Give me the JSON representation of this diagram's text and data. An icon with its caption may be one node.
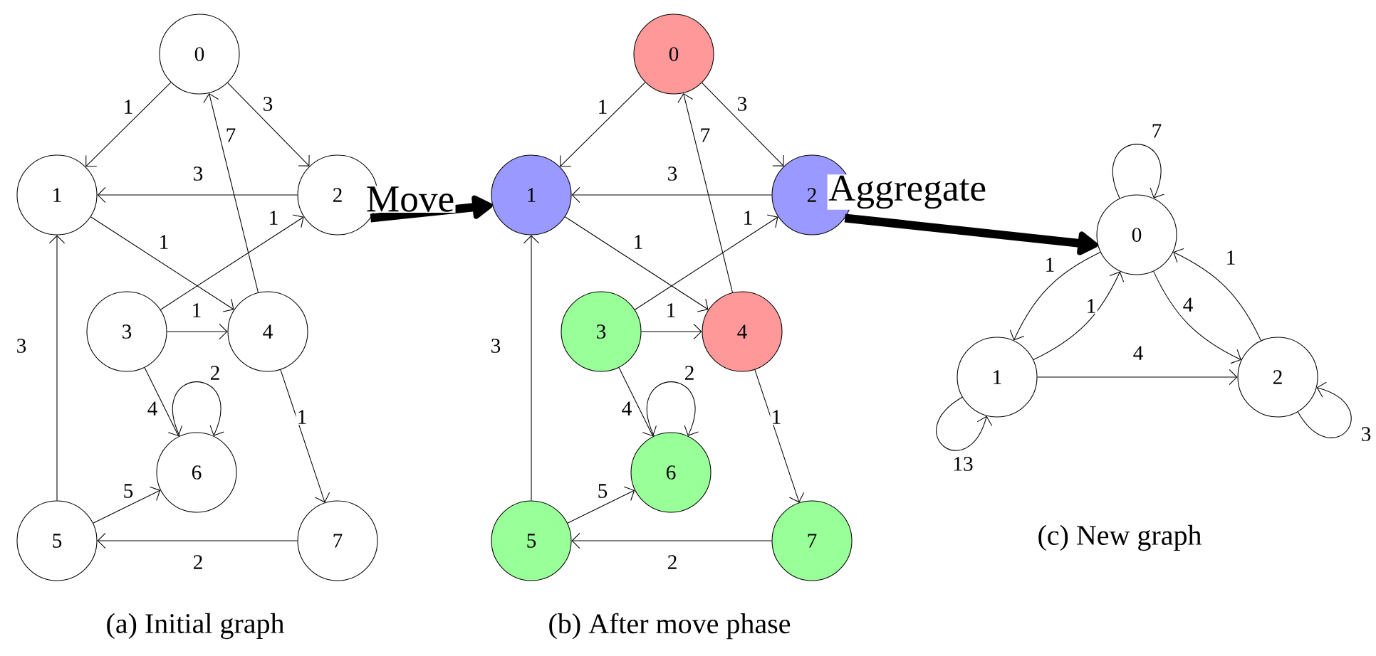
{
  "diagram": {
    "nodes": [
      {
        "text": [
          "0"
        ]
      },
      {
        "text": [
          "1"
        ]
      },
      {
        "text": [
          "2"
        ]
      },
      {
        "text": [
          "3"
        ]
      },
      {
        "text": [
          "4"
        ]
      },
      {
        "text": [
          "5"
        ]
      },
      {
        "text": [
          "6"
        ]
      },
      {
        "text": [
          "7"
        ]
      },
      {
        "text": [
          "0"
        ]
      },
      {
        "text": [
          "1"
        ]
      },
      {
        "text": [
          "2"
        ]
      },
      {
        "text": [
          "3"
        ]
      },
      {
        "text": [
          "4"
        ]
      },
      {
        "text": [
          "5"
        ]
      },
      {
        "text": [
          "6"
        ]
      },
      {
        "text": [
          "7"
        ]
      },
      {
        "text": [
          "0"
        ]
      },
      {
        "text": [
          "1"
        ]
      },
      {
        "text": [
          "2"
        ]
      }
    ],
    "edges": [
      {
        "from": 0,
        "to": 1,
        "arrow": "to",
        "label": "1"
      },
      {
        "from": 0,
        "to": 2,
        "arrow": "to",
        "label": "3"
      },
      {
        "from": 2,
        "to": 1,
        "arrow": "to",
        "label": "3"
      },
      {
        "from": 1,
        "to": 4,
        "arrow": "to",
        "label": "1"
      },
      {
        "from": 3,
        "to": 2,
        "arrow": "to",
        "label": "1"
      },
      {
        "from": 3,
        "to": 4,
        "arrow": "to",
        "label": "1"
      },
      {
        "from": 4,
        "to": 0,
        "arrow": "to",
        "label": "7"
      },
      {
        "from": 3,
        "to": 6,
        "arrow": "to",
        "label": "4"
      },
      {
        "from": 6,
        "to": 6,
        "arrow": "to",
        "label": "2"
      },
      {
        "from": 4,
        "to": 7,
        "arrow": "to",
        "label": "1"
      },
      {
        "from": 5,
        "to": 1,
        "arrow": "to",
        "label": "3"
      },
      {
        "from": 5,
        "to": 6,
        "arrow": "to",
        "label": "5"
      },
      {
        "from": 7,
        "to": 5,
        "arrow": "to",
        "label": "2"
      },
      {
        "from": 8,
        "to": 9,
        "arrow": "to",
        "label": "1"
      },
      {
        "from": 8,
        "to": 10,
        "arrow": "to",
        "label": "3"
      },
      {
        "from": 10,
        "to": 9,
        "arrow": "to",
        "label": "3"
      },
      {
        "from": 9,
        "to": 12,
        "arrow": "to",
        "label": "1"
      },
      {
        "from": 11,
        "to": 10,
        "arrow": "to",
        "label": "1"
      },
      {
        "from": 11,
        "to": 12,
        "arrow": "to",
        "label": "1"
      },
      {
        "from": 12,
        "to": 8,
        "arrow": "to",
        "label": "7"
      },
      {
        "from": 11,
        "to": 14,
        "arrow": "to",
        "label": "4"
      },
      {
        "from": 14,
        "to": 14,
        "arrow": "to",
        "label": "2"
      },
      {
        "from": 12,
        "to": 15,
        "arrow": "to",
        "label": "1"
      },
      {
        "from": 13,
        "to": 9,
        "arrow": "to",
        "label": "3"
      },
      {
        "from": 13,
        "to": 14,
        "arrow": "to",
        "label": "5"
      },
      {
        "from": 15,
        "to": 13,
        "arrow": "to",
        "label": "2"
      },
      {
        "from": 16,
        "to": 16,
        "arrow": "to",
        "label": "7"
      },
      {
        "from": 16,
        "to": 17,
        "arrow": "to",
        "label": "1"
      },
      {
        "from": 17,
        "to": 16,
        "arrow": "to",
        "label": "1"
      },
      {
        "from": 16,
        "to": 18,
        "arrow": "to",
        "label": "4"
      },
      {
        "from": 18,
        "to": 16,
        "arrow": "to",
        "label": "1"
      },
      {
        "from": 17,
        "to": 18,
        "arrow": "to",
        "label": "4"
      },
      {
        "from": 17,
        "to": 17,
        "arrow": "to",
        "label": "13"
      },
      {
        "from": 18,
        "to": 18,
        "arrow": "to",
        "label": "3"
      },
      {
        "from": 2,
        "to": 9,
        "arrow": "to",
        "label": "Move",
        "style": "thick"
      },
      {
        "from": 10,
        "to": 16,
        "arrow": "to",
        "label": "Aggregate",
        "style": "thick"
      }
    ],
    "labels": [
      "(a) Initial graph",
      "(b) After move phase",
      "(c) New graph"
    ]
  }
}
